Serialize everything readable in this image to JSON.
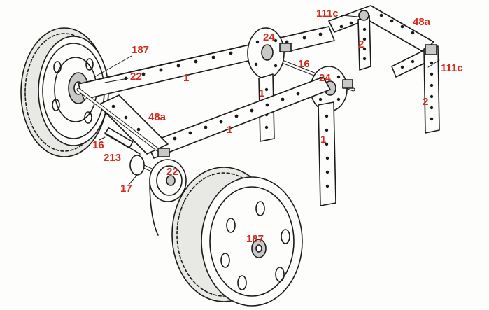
{
  "colors": {
    "line": "#1a1a1a",
    "paper": "#fdfdfb",
    "label": "#d42a1f",
    "shade": "#c8c8c8",
    "tyre": "#e8e8e4"
  },
  "labels": {
    "wheel_187_rear": "187",
    "wheel_187_front": "187",
    "pulley_22_upper": "22",
    "pulley_22_lower": "22",
    "bracket_48a_left": "48a",
    "bracket_48a_right": "48a",
    "rod_16_left": "16",
    "rod_16_center": "16",
    "part_213": "213",
    "part_17": "17",
    "pulley_24_upper": "24",
    "pulley_24_lower": "24",
    "strip_1_top": "1",
    "strip_1_middle": "1",
    "strip_1_vertical_a": "1",
    "strip_1_vertical_b": "1",
    "strip_2_left": "2",
    "strip_2_right": "2",
    "collar_111c_top": "111c",
    "collar_111c_right": "111c"
  }
}
